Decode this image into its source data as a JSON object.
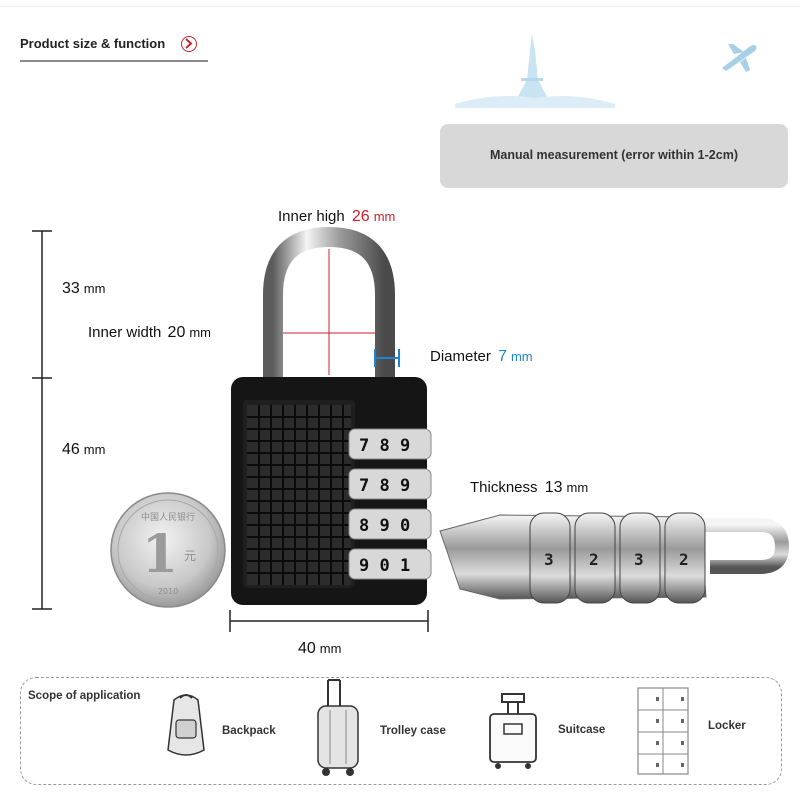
{
  "header": {
    "title": "Product size & function",
    "arrow_icon": "chevron-right-icon",
    "accent_color": "#c0282d"
  },
  "measurement_note": "Manual measurement (error within 1-2cm)",
  "dimensions": {
    "inner_high": {
      "label": "Inner high",
      "value": "26",
      "unit": "mm"
    },
    "top_height": {
      "value": "33",
      "unit": "mm"
    },
    "inner_width": {
      "label": "Inner width",
      "value": "20",
      "unit": "mm"
    },
    "diameter": {
      "label": "Diameter",
      "value": "7",
      "unit": "mm"
    },
    "bottom_height": {
      "value": "46",
      "unit": "mm"
    },
    "thickness": {
      "label": "Thickness",
      "value": "13",
      "unit": "mm"
    },
    "width": {
      "value": "40",
      "unit": "mm"
    }
  },
  "dial_rows": [
    "7 8 9",
    "7 8 9",
    "8 9 0",
    "9 0 1"
  ],
  "side_lock_digits": [
    "3",
    "2",
    "3",
    "2"
  ],
  "coin": {
    "lettering": [
      "中国人民银行",
      "1",
      "元",
      "2010"
    ]
  },
  "scope": {
    "title": "Scope of application",
    "items": [
      {
        "label": "Backpack",
        "icon": "backpack-icon"
      },
      {
        "label": "Trolley case",
        "icon": "trolley-case-icon"
      },
      {
        "label": "Suitcase",
        "icon": "suitcase-icon"
      },
      {
        "label": "Locker",
        "icon": "locker-icon"
      }
    ]
  },
  "decor": {
    "tower_icon": "eiffel-tower-icon",
    "plane_icon": "airplane-icon"
  }
}
